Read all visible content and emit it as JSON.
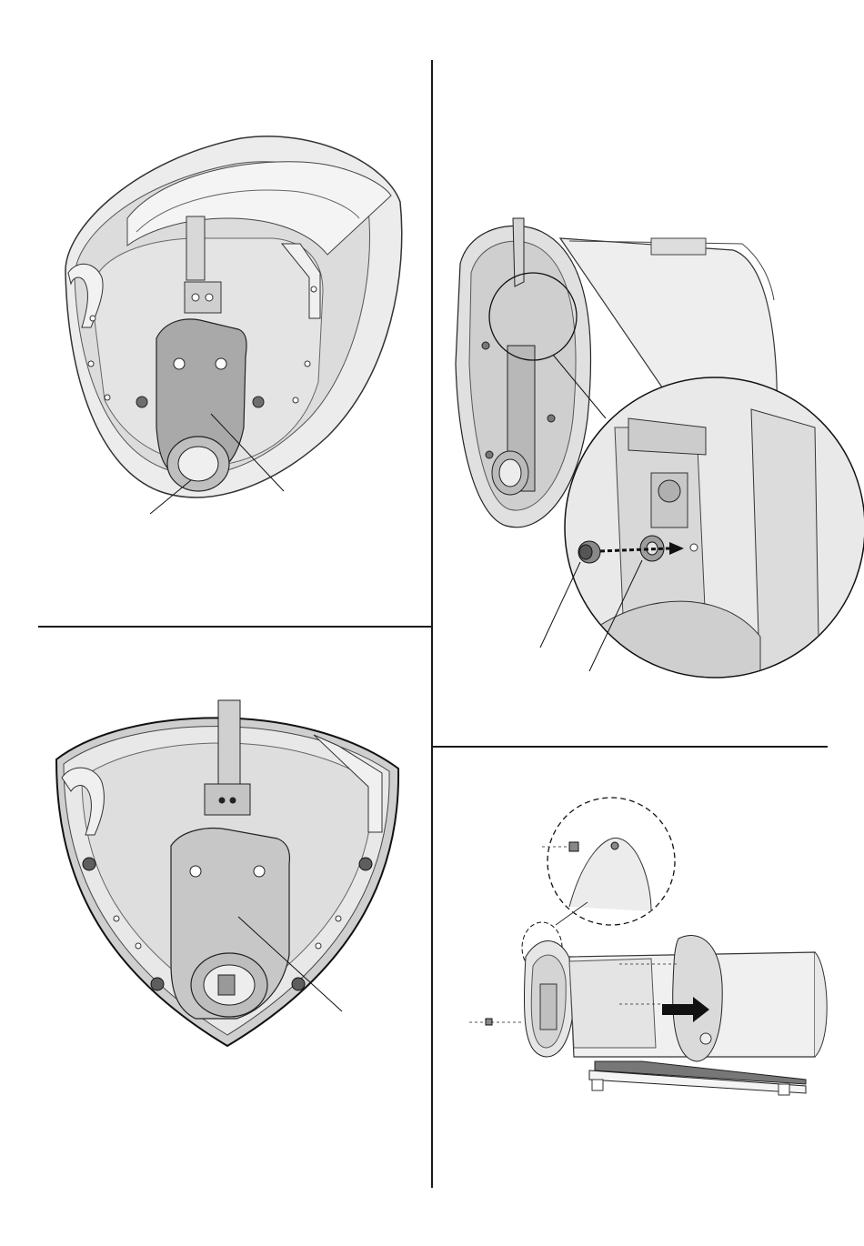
{
  "page": {
    "text": []
  },
  "figures": [
    {
      "id": "figure-1",
      "icon": "end-cap-underside-view-with-bracket"
    },
    {
      "id": "figure-2",
      "icon": "screw-and-washer-removal-detail"
    },
    {
      "id": "figure-3",
      "icon": "end-cap-frontal-view"
    },
    {
      "id": "figure-4",
      "icon": "end-cap-separation-from-tube"
    }
  ]
}
